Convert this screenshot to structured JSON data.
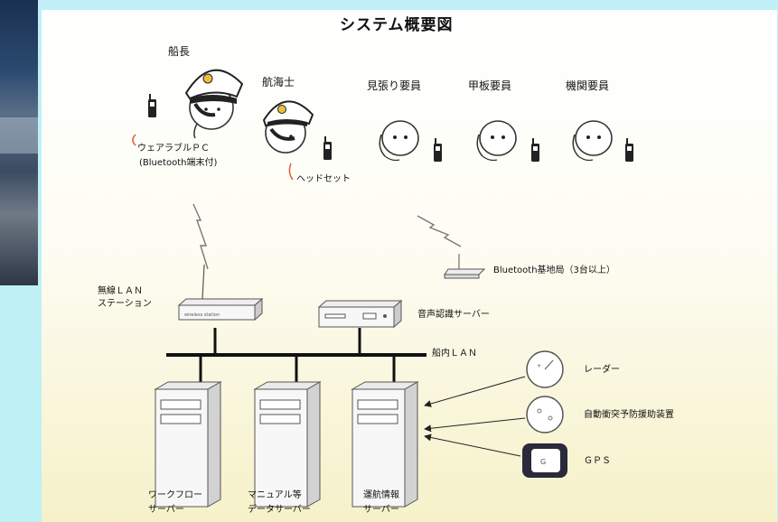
{
  "title": "システム概要図",
  "crew": {
    "captain": "船長",
    "navigator": "航海士",
    "lookout": "見張り要員",
    "deck": "甲板要員",
    "engine": "機関要員"
  },
  "wearable_pc": "ウェアラブルＰＣ",
  "wearable_pc_note": "(Bluetooth端末付)",
  "headset": "ヘッドセット",
  "bluetooth_base": "Bluetooth基地局（3台以上）",
  "wireless_lan_line1": "無線ＬＡＮ",
  "wireless_lan_line2": "ステーション",
  "voice_server": "音声認識サーバー",
  "ship_lan": "船内ＬＡＮ",
  "radar": "レーダー",
  "arpa": "自動衝突予防援助装置",
  "gps": "ＧＰＳ",
  "servers": [
    {
      "line1": "ワークフロー",
      "line2": "サーバー"
    },
    {
      "line1": "マニュアル等",
      "line2": "データサーバー"
    },
    {
      "line1": "運航情報",
      "line2": "サーバー"
    }
  ]
}
